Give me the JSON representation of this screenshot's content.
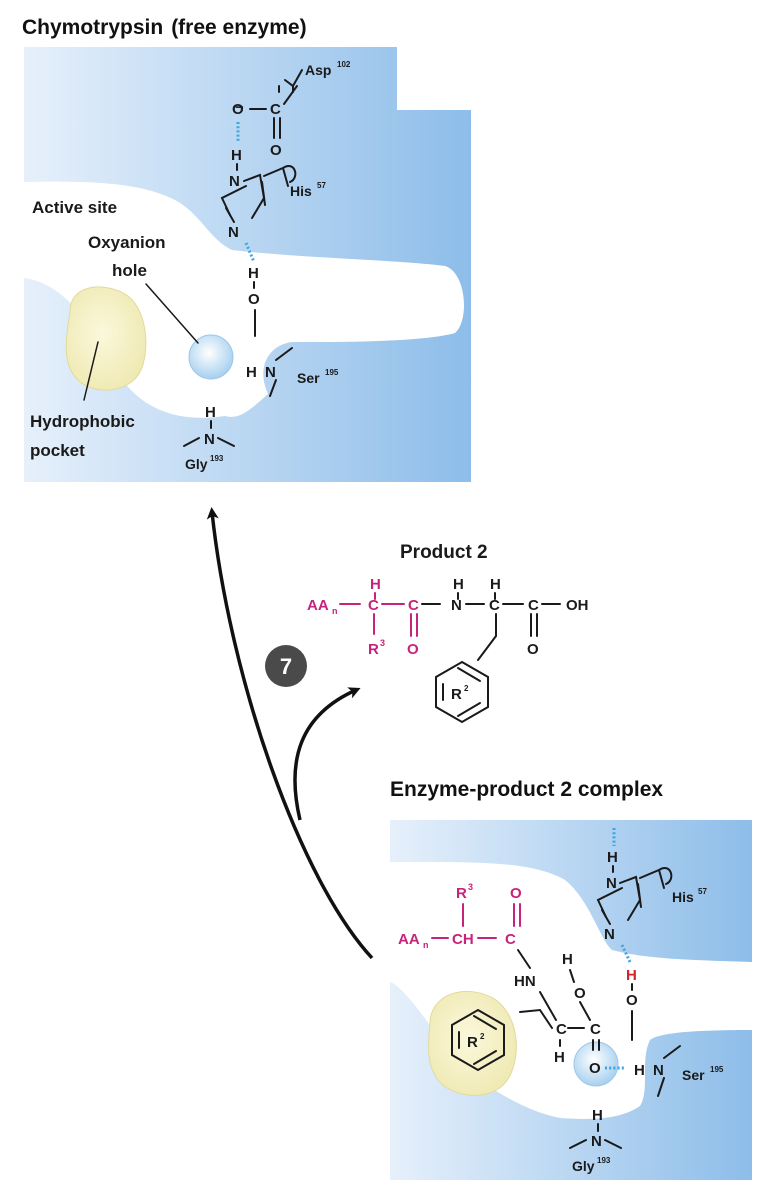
{
  "panel1": {
    "title": "Chymotrypsin",
    "subtitle": "(free enzyme)",
    "asp_label": "Asp",
    "asp_num": "102",
    "his_label": "His",
    "his_num": "57",
    "ser_label": "Ser",
    "ser_num": "195",
    "gly_label": "Gly",
    "gly_num": "193",
    "active_site": "Active site",
    "oxyanion_line1": "Oxyanion",
    "oxyanion_line2": "hole",
    "pocket_line1": "Hydrophobic",
    "pocket_line2": "pocket"
  },
  "product2": {
    "title": "Product 2",
    "aa": "AA",
    "aa_sub": "n",
    "r3": "R",
    "r3_sup": "3",
    "r2": "R",
    "r2_sup": "2",
    "oh": "OH"
  },
  "step": {
    "number": "7"
  },
  "panel2": {
    "title": "Enzyme-product 2 complex",
    "his_label": "His",
    "his_num": "57",
    "ser_label": "Ser",
    "ser_num": "195",
    "gly_label": "Gly",
    "gly_num": "193",
    "aa": "AA",
    "aa_sub": "n",
    "r3": "R",
    "r3_sup": "3",
    "r2": "R",
    "r2_sup": "2",
    "hn": "HN"
  },
  "colors": {
    "enzyme_blue": "#7fb5e6",
    "enzyme_light": "#dcebf9",
    "substrate_magenta": "#c8237c",
    "hbond_blue": "#3aa7e0",
    "pocket_yellow": "#f6f2c8",
    "proton_red": "#d6232a"
  }
}
